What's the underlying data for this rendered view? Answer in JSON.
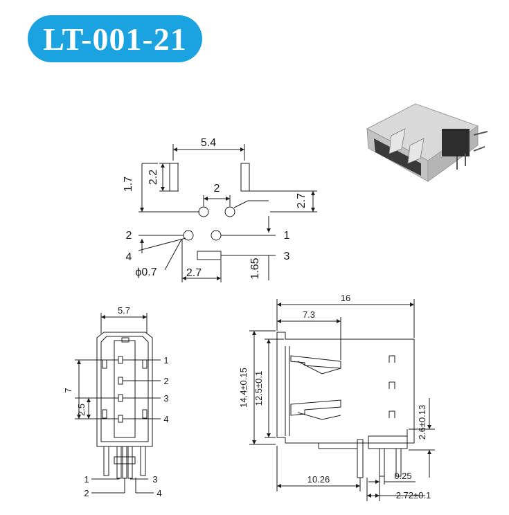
{
  "title": "LT-001-21",
  "colors": {
    "title_bg": "#1aa3e0",
    "title_text": "#ffffff",
    "line": "#1a1a1a"
  },
  "pcb_layout": {
    "dim_width": "5.4",
    "dim_slot": "2.2",
    "dim_offset": "1.7",
    "dim_pitch": "2",
    "dim_height": "2.7",
    "pin_1": "1",
    "pin_2": "2",
    "pin_3": "3",
    "pin_4": "4",
    "hole_dia": "ϕ0.7",
    "dim_slot_offset": "2.7",
    "dim_bottom": "1.65"
  },
  "front_view": {
    "dim_width": "5.7",
    "dim_height": "7",
    "dim_pitch": "2.5",
    "pin_1": "1",
    "pin_2": "2",
    "pin_3": "3",
    "pin_4": "4",
    "lead_1": "1",
    "lead_2": "2",
    "lead_3": "3",
    "lead_4": "4"
  },
  "side_view": {
    "dim_length": "16",
    "dim_tongue": "7.3",
    "dim_height": "14.4±0.15",
    "dim_inner": "12.5±0.1",
    "dim_leg": "2.6±0.13",
    "dim_base": "10.26",
    "dim_thickness": "0.25",
    "dim_leg_pitch": "2.72±0.1"
  }
}
